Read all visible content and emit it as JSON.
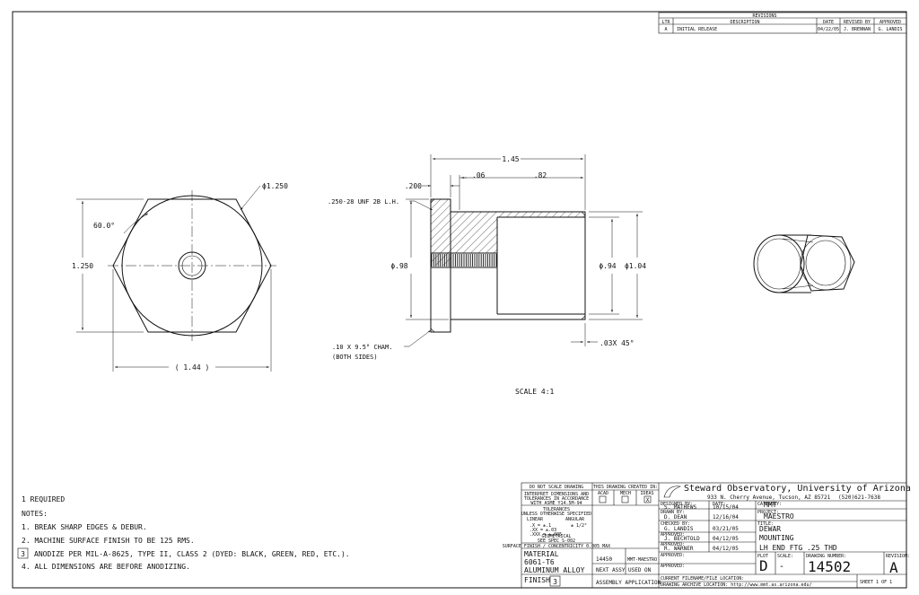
{
  "revisions": {
    "title": "REVISIONS",
    "headers": [
      "LTR",
      "DESCRIPTION",
      "DATE",
      "REVISED BY",
      "APPROVED"
    ],
    "row": {
      "ltr": "A",
      "description": "INITIAL RELEASE",
      "date": "04/22/05",
      "revised_by": "J. BRENNAN",
      "approved": "G. LANDIS"
    }
  },
  "front_view": {
    "dia_label": "ϕ1.250",
    "angle_label": "60.0°",
    "height_label": "1.250",
    "width_label": "( 1.44 )"
  },
  "section_view": {
    "length_label": "1.45",
    "body_len_label": ".82",
    "gap_label": ".06",
    "flange_label": ".200",
    "thread_label": ".250-28 UNF 2B L.H.",
    "dia_thread_label": "ϕ.98",
    "dia_inner_label": "ϕ.94",
    "dia_outer_label": "ϕ1.04",
    "chamfer_label": ".10 X 9.5° CHAM.",
    "chamfer_note": "(BOTH SIDES)",
    "end_chamfer_label": ".03X 45°",
    "scale_label": "SCALE 4:1"
  },
  "notes": {
    "quantity": "1 REQUIRED",
    "heading": "NOTES:",
    "items": [
      "1. BREAK SHARP EDGES & DEBUR.",
      "2. MACHINE SURFACE FINISH TO BE 125 RMS.",
      "ANODIZE PER MIL-A-8625, TYPE II, CLASS 2 (DYED: BLACK, GREEN, RED, ETC.).",
      "4. ALL DIMENSIONS ARE BEFORE ANODIZING."
    ],
    "flag3": "3"
  },
  "title_block": {
    "do_not_scale": "DO NOT SCALE DRAWING",
    "dim_note_1": "INTERPRET DIMENSIONS AND",
    "dim_note_2": "TOLERANCES IN ACCORDANCE",
    "dim_note_3": "WITH ASME Y14.5M-94",
    "tolerances": "TOLERANCES",
    "tol_unless": "UNLESS OTHERWISE SPECIFIED",
    "tol_linear": "LINEAR",
    "tol_angular": "ANGULAR",
    "tol_x": ".X = ±.1",
    "tol_ang_val": "± 1/2°",
    "tol_xx": ".XX = ±.03",
    "tol_xxx": ".XXX = ±.005",
    "geo_tol": "GEOMETRICAL",
    "geo_spec": "SEE SPEC S-002",
    "surface_note": "SURFACE FINISH / CONCENTRICITY 0.005 MAX",
    "material_label": "MATERIAL",
    "material_alloy": "6061-T6",
    "material_desc": "ALUMINUM ALLOY",
    "finish_label": "FINISH",
    "finish_flag": "3",
    "created_in": "THIS DRAWING CREATED IN:",
    "cad_opts": [
      "ACAD",
      "MECH",
      "IDEAS"
    ],
    "cad_checked_mark": "X",
    "part_no": "14450",
    "project_ref": "MMT-MAESTRO",
    "next_assy": "NEXT ASSY",
    "used_on": "USED ON",
    "application": "ASSEMBLY APPLICATION",
    "org": "Steward Observatory, University of Arizona",
    "address": "933 N. Cherry Avenue, Tucson, AZ 85721",
    "phone": "(520)621-7638",
    "designed_by_label": "DESIGNED BY:",
    "designed_by": "S. MATHEWS",
    "date_label": "DATE:",
    "designed_date": "10/15/04",
    "drawn_by_label": "DRAWN BY:",
    "drawn_by": "D. DEAN",
    "drawn_date": "12/16/04",
    "checked_by_label": "CHECKED BY:",
    "checked_by": "G. LANDIS",
    "checked_date": "03/21/05",
    "approved_label": "APPROVED:",
    "approved_1": "J. BECHTOLD",
    "approved_1_date": "04/12/05",
    "approved_2": "R. WARNER",
    "approved_2_date": "04/12/05",
    "category_label": "CATEGORY:",
    "category": "MMT",
    "project_label": "PROJECT:",
    "project": "MAESTRO",
    "title_label": "TITLE:",
    "title_1": "DEWAR",
    "title_2": "MOUNTING",
    "title_3": "LH END FTG .25 THD",
    "size_label": "PLOT",
    "size": "D",
    "scale_label": "SCALE:",
    "scale": "-",
    "dwg_no_label": "DRAWING NUMBER:",
    "dwg_no": "14502",
    "rev_label": "REVISION:",
    "rev": "A",
    "current_file_label": "CURRENT FILENAME/FILE LOCATION:",
    "archive_location": "DRAWING ARCHIVE LOCATION: http://www.mmt.as.arizona.edu/",
    "sheet": "SHEET 1 OF 1"
  }
}
